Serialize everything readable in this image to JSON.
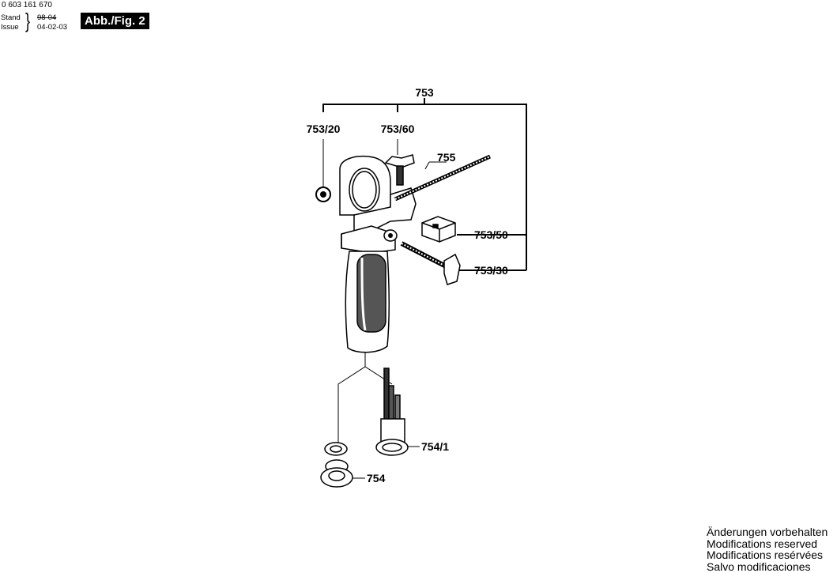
{
  "header": {
    "part_number": "0 603 161 670",
    "stand_label": "Stand",
    "issue_label": "Issue",
    "stand_date": "98-04",
    "issue_date": "04-02-03",
    "figure_label": "Abb./Fig. 2"
  },
  "parts": {
    "p753": "753",
    "p753_20": "753/20",
    "p753_60": "753/60",
    "p755": "755",
    "p753_50": "753/50",
    "p753_30": "753/30",
    "p754_1": "754/1",
    "p754": "754"
  },
  "footer": {
    "lines": [
      "Änderungen vorbehalten",
      "Modifications reserved",
      "Modifications resérvées",
      "Salvo modificaciones"
    ]
  }
}
